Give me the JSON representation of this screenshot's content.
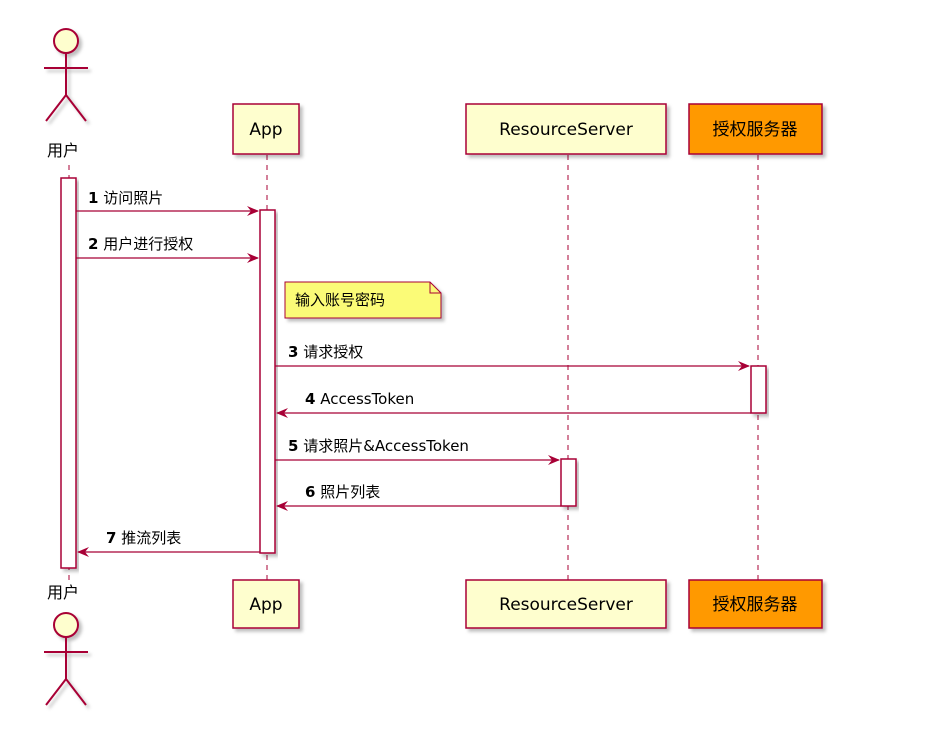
{
  "colors": {
    "participant_fill": "#FEFECE",
    "participant_border": "#A80036",
    "highlight_fill": "#FF9900",
    "line": "#A80036",
    "note_fill": "#FBFB77"
  },
  "actor": {
    "label": "用户",
    "icon": "stick-figure-icon"
  },
  "participants": [
    {
      "id": "app",
      "label": "App"
    },
    {
      "id": "resource",
      "label": "ResourceServer"
    },
    {
      "id": "auth",
      "label": "授权服务器"
    }
  ],
  "messages": [
    {
      "num": "1",
      "text": "访问照片"
    },
    {
      "num": "2",
      "text": "用户进行授权"
    },
    {
      "num": "3",
      "text": "请求授权"
    },
    {
      "num": "4",
      "text": "AccessToken"
    },
    {
      "num": "5",
      "text": "请求照片&AccessToken"
    },
    {
      "num": "6",
      "text": "照片列表"
    },
    {
      "num": "7",
      "text": "推流列表"
    }
  ],
  "note": {
    "text": "输入账号密码"
  }
}
